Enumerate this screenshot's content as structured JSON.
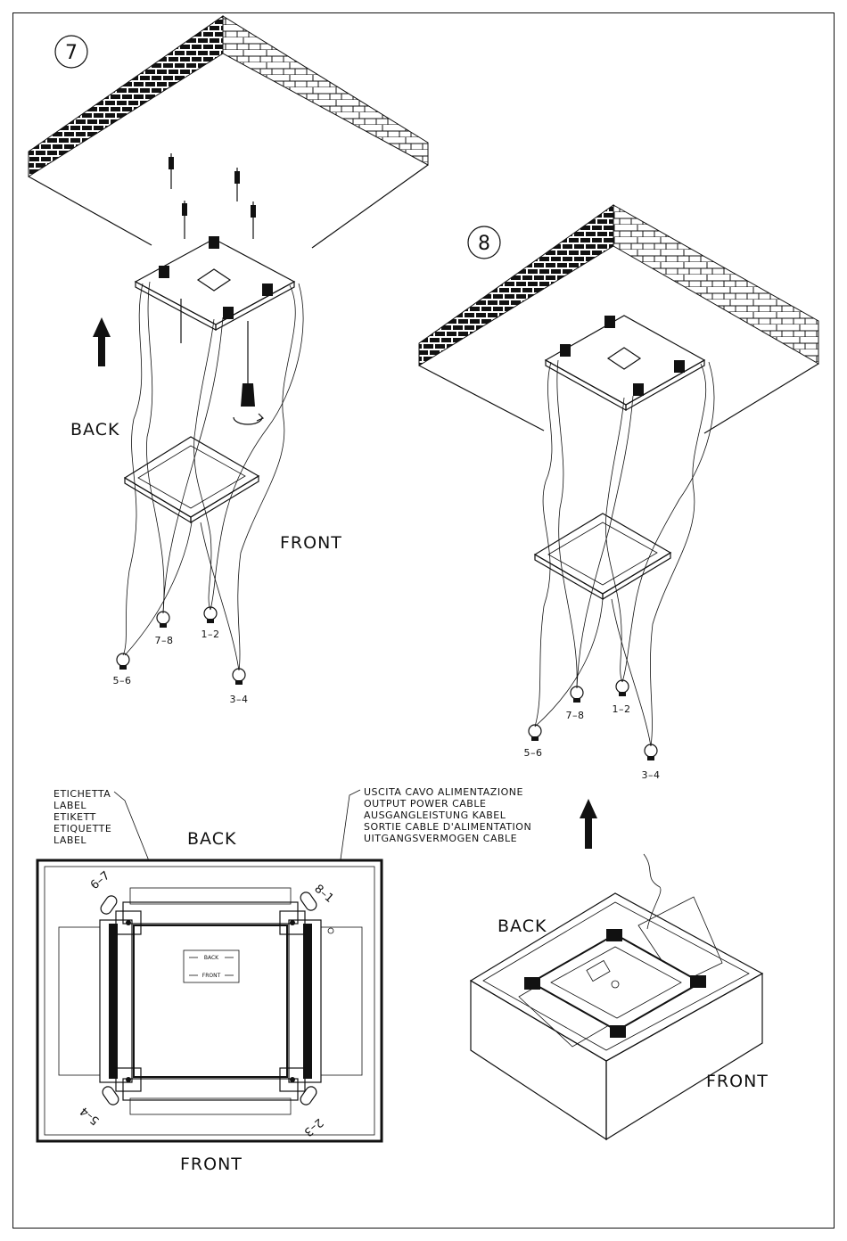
{
  "steps": {
    "step7": {
      "number": "7"
    },
    "step8": {
      "number": "8"
    }
  },
  "orientation": {
    "back": "BACK",
    "front": "FRONT"
  },
  "cables": {
    "c78": "7–8",
    "c12": "1–2",
    "c56": "5–6",
    "c34": "3–4"
  },
  "label_callout": [
    "ETICHETTA",
    "LABEL",
    "ETIKETT",
    "ETIQUETTE",
    "LABEL"
  ],
  "cable_callout": [
    "USCITA CAVO ALIMENTAZIONE",
    "OUTPUT POWER CABLE",
    "AUSGANGLEISTUNG KABEL",
    "SORTIE CABLE D'ALIMENTATION",
    "UITGANGSVERMOGEN CABLE"
  ],
  "inner_label": {
    "back": "BACK",
    "front": "FRONT"
  },
  "corner_marks": {
    "tl": "6–7",
    "tr": "8–1",
    "bl": "5–4",
    "br": "2–3"
  }
}
